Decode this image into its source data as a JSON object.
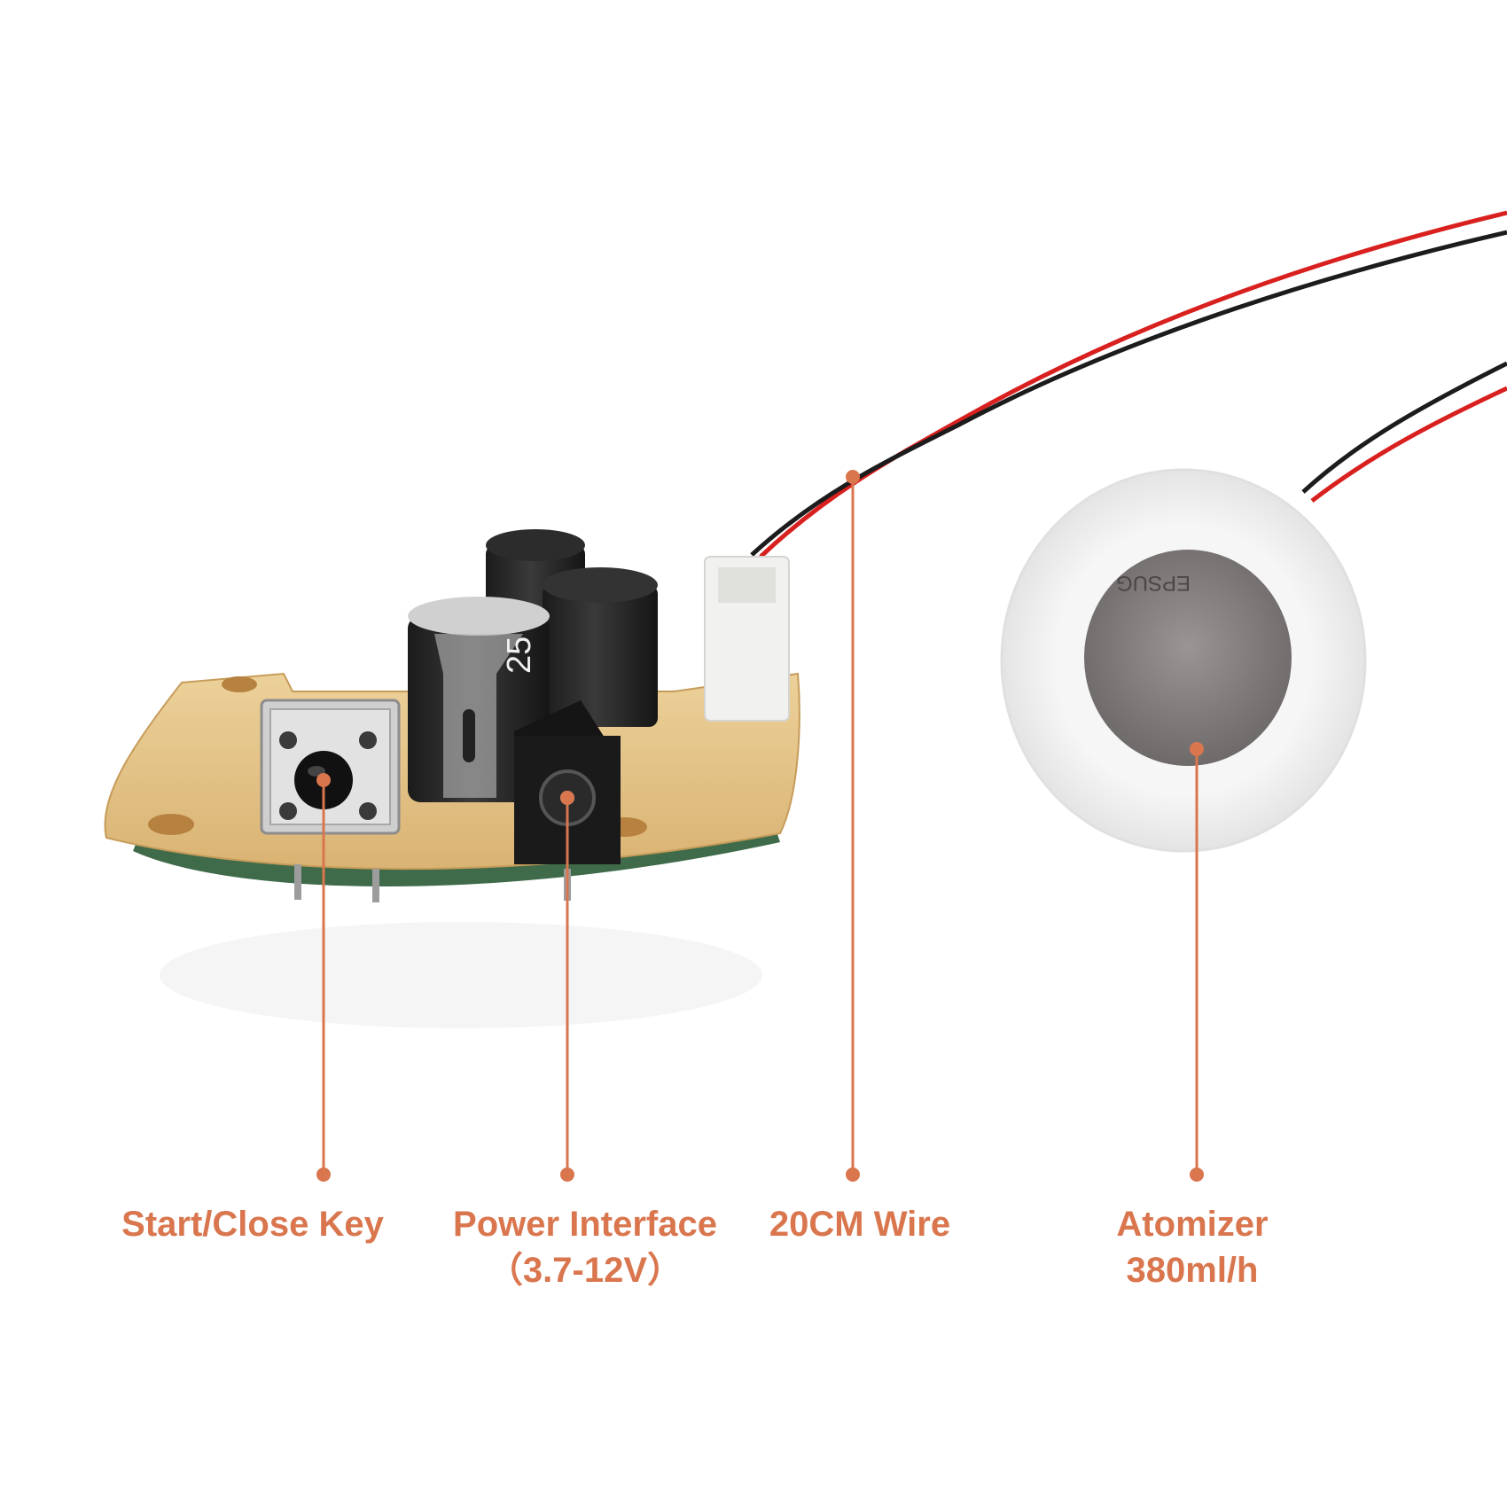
{
  "accent_color": "#d9764e",
  "photo": {
    "capacitor_marking": "25",
    "disc_marking": "EPSUG"
  },
  "callouts": [
    {
      "id": "key",
      "line1": "Start/Close Key",
      "line2": ""
    },
    {
      "id": "power",
      "line1": "Power Interface",
      "line2": "（3.7-12V）"
    },
    {
      "id": "wire",
      "line1": "20CM Wire",
      "line2": ""
    },
    {
      "id": "atomizer",
      "line1": "Atomizer",
      "line2": "380ml/h"
    }
  ]
}
